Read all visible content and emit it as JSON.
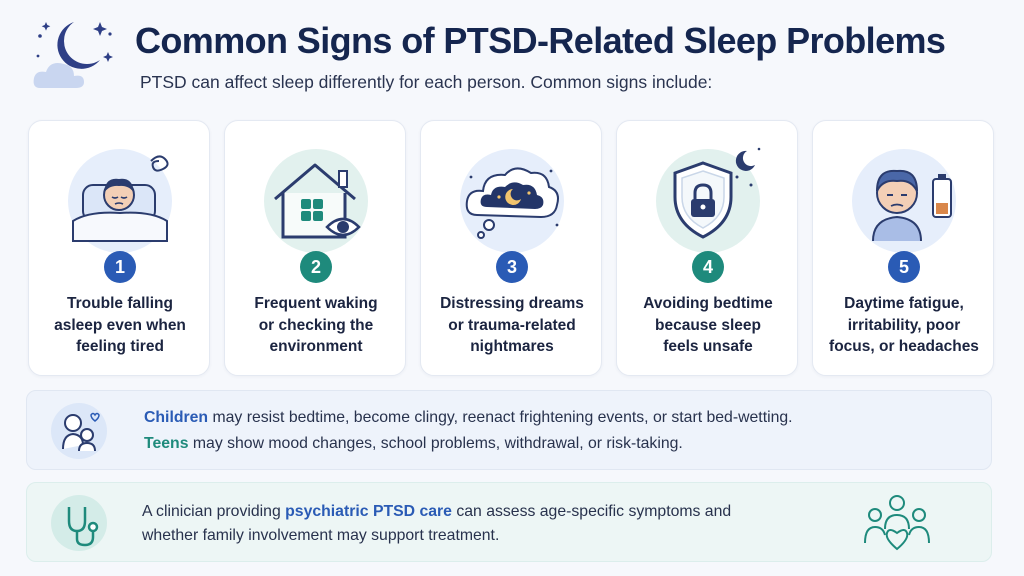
{
  "header": {
    "title": "Common Signs of PTSD-Related Sleep Problems",
    "subtitle": "PTSD can affect sleep differently for each person. Common signs include:",
    "icon": "moon-cloud-icon"
  },
  "signs": [
    {
      "number": "1",
      "label_lines": [
        "Trouble falling",
        "asleep even when",
        "feeling tired"
      ],
      "icon": "person-in-bed-icon",
      "color": "#2a5bb5"
    },
    {
      "number": "2",
      "label_lines": [
        "Frequent waking",
        "or checking the",
        "environment"
      ],
      "icon": "house-eye-icon",
      "color": "#1e8a7c"
    },
    {
      "number": "3",
      "label_lines": [
        "Distressing dreams",
        "or trauma-related",
        "nightmares"
      ],
      "icon": "dream-cloud-icon",
      "color": "#2a5bb5"
    },
    {
      "number": "4",
      "label_lines": [
        "Avoiding bedtime",
        "because sleep",
        "feels unsafe"
      ],
      "icon": "shield-lock-icon",
      "color": "#1e8a7c"
    },
    {
      "number": "5",
      "label_lines": [
        "Daytime fatigue,",
        "irritability, poor",
        "focus, or headaches"
      ],
      "icon": "tired-person-battery-icon",
      "color": "#2a5bb5"
    }
  ],
  "children_panel": {
    "icon": "parent-child-icon",
    "line1": {
      "highlight": "Children",
      "rest": " may resist bedtime, become clingy, reenact frightening events, or start bed-wetting."
    },
    "line2": {
      "highlight": "Teens",
      "rest": " may show mood changes, school problems, withdrawal, or risk-taking."
    }
  },
  "clinician_panel": {
    "icon": "stethoscope-icon",
    "people_icon": "family-heart-icon",
    "line1": {
      "before": "A clinician providing ",
      "highlight": "psychiatric PTSD care",
      "after": " can assess age-specific symptoms and"
    },
    "line2": "whether family involvement may support treatment."
  }
}
